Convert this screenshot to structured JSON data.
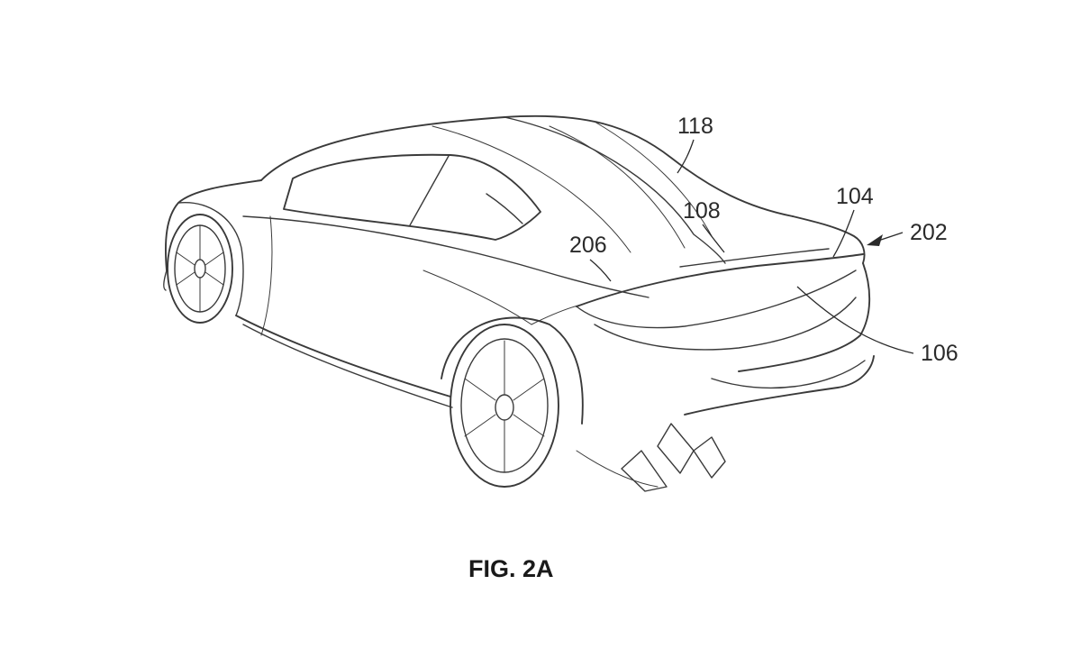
{
  "figure": {
    "caption": "FIG. 2A",
    "reference_numerals": {
      "n118": "118",
      "n104": "104",
      "n108": "108",
      "n202": "202",
      "n206": "206",
      "n106": "106"
    },
    "line_color": "#3a3a3a",
    "background_color": "#ffffff"
  }
}
